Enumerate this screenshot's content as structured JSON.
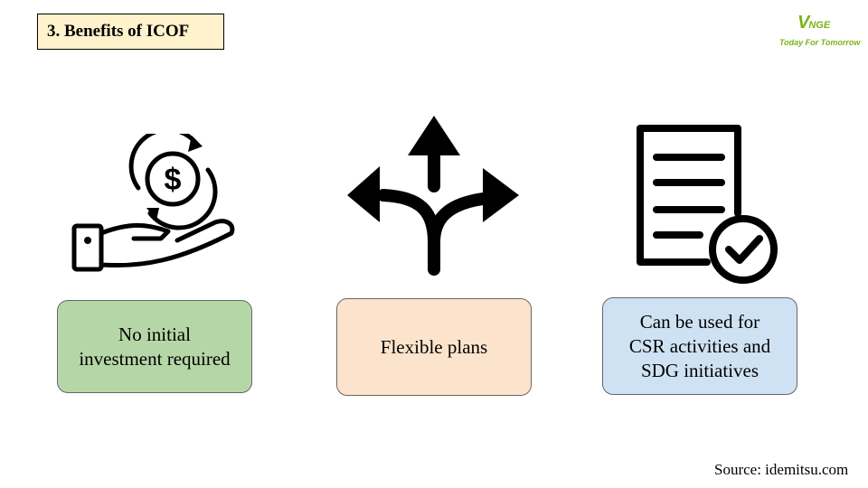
{
  "slide": {
    "title": "3. Benefits of ICOF",
    "source": "Source: idemitsu.com"
  },
  "logo": {
    "mark_v": "V",
    "mark_rest": "NGE",
    "tagline": "Today For Tomorrow",
    "color": "#7ab317"
  },
  "benefits": [
    {
      "icon": "hand-money-cycle-icon",
      "text": "No initial\ninvestment required",
      "color": "#b5d7a8"
    },
    {
      "icon": "split-arrows-icon",
      "text": "Flexible plans",
      "color": "#fce4cc"
    },
    {
      "icon": "document-check-icon",
      "text": "Can be used for\nCSR activities and\nSDG initiatives",
      "color": "#cfe2f3"
    }
  ]
}
